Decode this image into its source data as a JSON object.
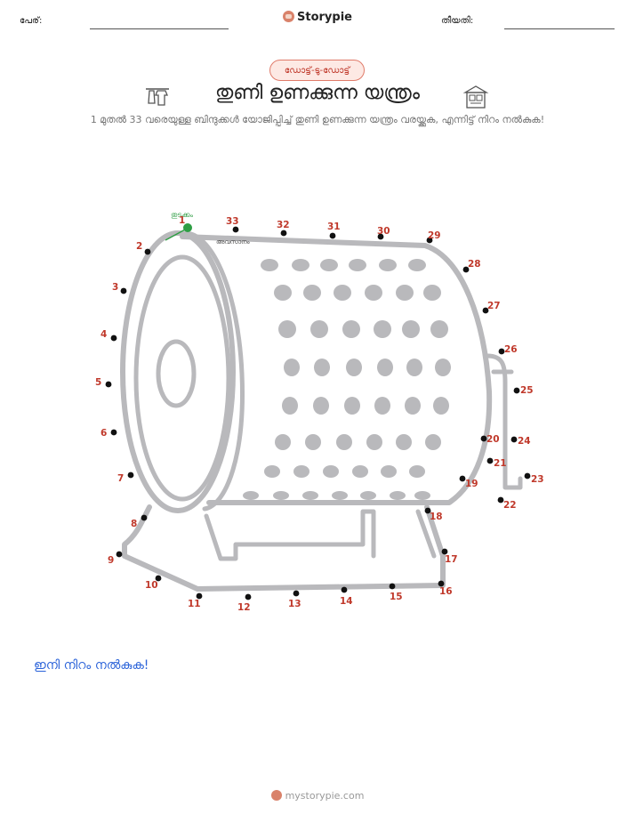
{
  "header": {
    "name_label": "പേര്:",
    "brand": "Storypie",
    "date_label": "തീയതി:"
  },
  "badge": "ഡോട്ട്-ടു-ഡോട്ട്",
  "title": "തുണി ഉണക്കുന്ന യന്ത്രം",
  "subtitle": "1 മുതൽ 33 വരെയുള്ള ബിന്ദുക്കൾ യോജിപ്പിച്ച് തുണി ഉണക്കുന്ന യന്ത്രം വരയ്ക്കുക, എന്നിട്ട് നിറം നൽകുക!",
  "puzzle": {
    "start_label": "തുടക്കം",
    "end_label": "അവസാനം",
    "dot_numbers": [
      "1",
      "2",
      "3",
      "4",
      "5",
      "6",
      "7",
      "8",
      "9",
      "10",
      "11",
      "12",
      "13",
      "14",
      "15",
      "16",
      "17",
      "18",
      "19",
      "20",
      "21",
      "22",
      "23",
      "24",
      "25",
      "26",
      "27",
      "28",
      "29",
      "30",
      "31",
      "32",
      "33"
    ],
    "colors": {
      "numbers": "#c0392b",
      "start": "#2e9e44",
      "outline": "#b9b9bc"
    }
  },
  "color_prompt": "ഇനി നിറം നൽകുക!",
  "footer": "mystorypie.com"
}
